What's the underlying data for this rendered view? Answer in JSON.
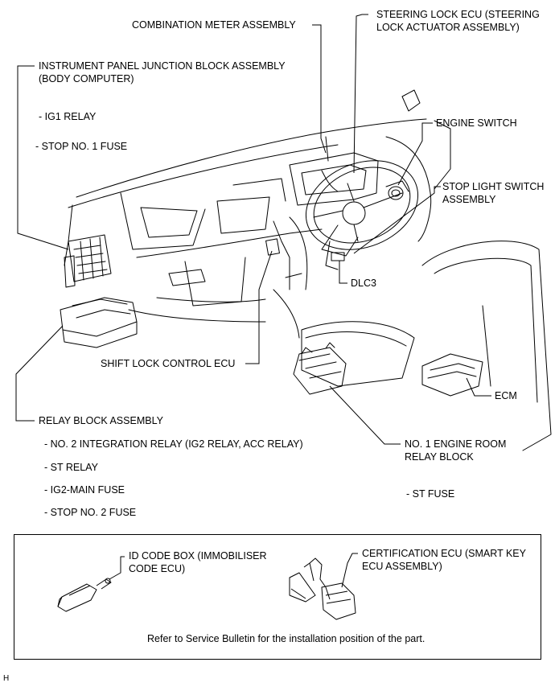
{
  "labels": {
    "combination_meter": "COMBINATION METER ASSEMBLY",
    "steering_lock_1": "STEERING LOCK ECU (STEERING",
    "steering_lock_2": "LOCK ACTUATOR ASSEMBLY)",
    "ipjb_1": "INSTRUMENT PANEL JUNCTION BLOCK ASSEMBLY",
    "ipjb_2": "(BODY COMPUTER)",
    "ig1_relay": "- IG1 RELAY",
    "stop_no1_fuse": "- STOP NO. 1 FUSE",
    "engine_switch": "ENGINE SWITCH",
    "stop_light_1": "STOP LIGHT SWITCH",
    "stop_light_2": "ASSEMBLY",
    "dlc3": "DLC3",
    "shift_lock": "SHIFT LOCK CONTROL ECU",
    "ecm": "ECM",
    "relay_block": "RELAY BLOCK ASSEMBLY",
    "no2_integration": "- NO. 2 INTEGRATION RELAY (IG2 RELAY, ACC RELAY)",
    "st_relay": "- ST RELAY",
    "ig2_main": "- IG2-MAIN FUSE",
    "stop_no2_fuse": "- STOP NO. 2 FUSE",
    "no1_engine_room_1": "NO. 1 ENGINE ROOM",
    "no1_engine_room_2": "RELAY BLOCK",
    "st_fuse": "- ST FUSE"
  },
  "inset": {
    "id_code_box_1": "ID CODE BOX (IMMOBILISER",
    "id_code_box_2": "CODE ECU)",
    "certification_1": "CERTIFICATION ECU (SMART KEY",
    "certification_2": "ECU ASSEMBLY)",
    "note": "Refer to Service Bulletin for the installation position of the part."
  },
  "footer_code": "H"
}
